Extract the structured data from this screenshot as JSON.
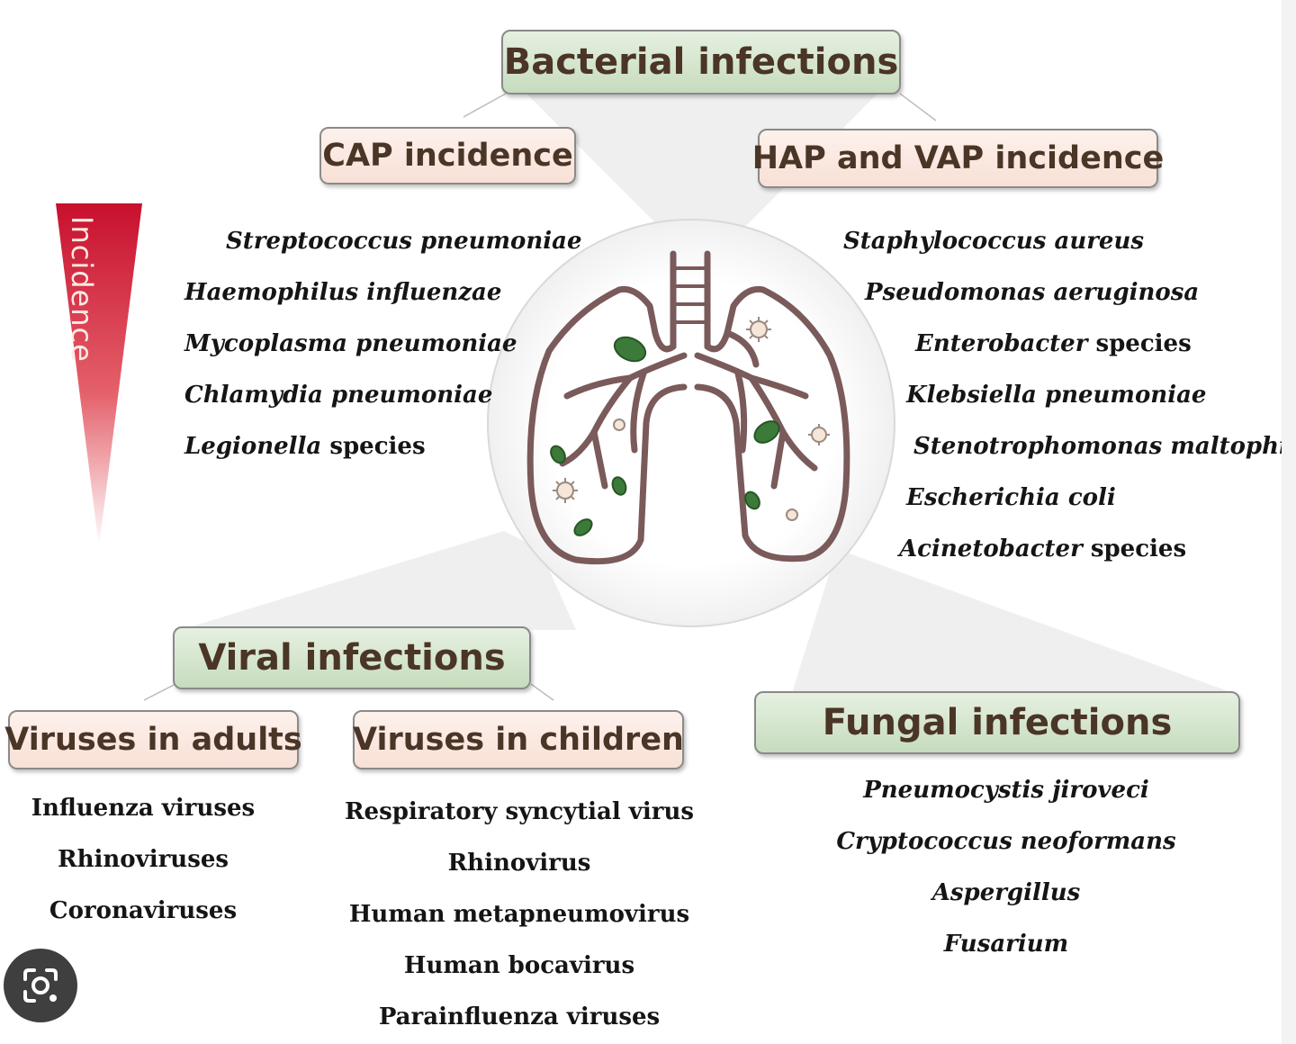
{
  "colors": {
    "box_green": "#c6dcbe",
    "box_pink": "#f8e0d6",
    "box_text": "#4a3526",
    "lung_outline": "#7a5a5a",
    "bacteria": "#3c7a3a",
    "triangle_top": "#c8102e"
  },
  "bacterial": {
    "title": "Bacterial infections",
    "cap": {
      "title": "CAP incidence",
      "items": [
        {
          "name": "Streptococcus pneumoniae",
          "suffix": ""
        },
        {
          "name": "Haemophilus influenzae",
          "suffix": ""
        },
        {
          "name": "Mycoplasma pneumoniae",
          "suffix": ""
        },
        {
          "name": "Chlamydia pneumoniae",
          "suffix": ""
        },
        {
          "name": "Legionella",
          "suffix": " species"
        }
      ]
    },
    "hap": {
      "title": "HAP and VAP incidence",
      "items": [
        {
          "name": "Staphylococcus aureus",
          "suffix": ""
        },
        {
          "name": "Pseudomonas aeruginosa",
          "suffix": ""
        },
        {
          "name": "Enterobacter",
          "suffix": " species"
        },
        {
          "name": "Klebsiella pneumoniae",
          "suffix": ""
        },
        {
          "name": "Stenotrophomonas maltophilia",
          "suffix": ""
        },
        {
          "name": "Escherichia coli",
          "suffix": ""
        },
        {
          "name": "Acinetobacter",
          "suffix": " species"
        }
      ]
    }
  },
  "incidence_label": "Incidence",
  "viral": {
    "title": "Viral infections",
    "adults": {
      "title": "Viruses in adults",
      "items": [
        "Influenza viruses",
        "Rhinoviruses",
        "Coronaviruses"
      ]
    },
    "children": {
      "title": "Viruses in children",
      "items": [
        "Respiratory syncytial virus",
        "Rhinovirus",
        "Human metapneumovirus",
        "Human bocavirus",
        "Parainfluenza viruses"
      ]
    }
  },
  "fungal": {
    "title": "Fungal infections",
    "items": [
      "Pneumocystis jiroveci",
      "Cryptococcus neoformans",
      "Aspergillus",
      "Fusarium"
    ]
  },
  "icons": {
    "lungs": "lungs-icon",
    "bacterium": "bacterium-icon",
    "virus": "virus-icon",
    "lens": "visual-search-icon"
  }
}
